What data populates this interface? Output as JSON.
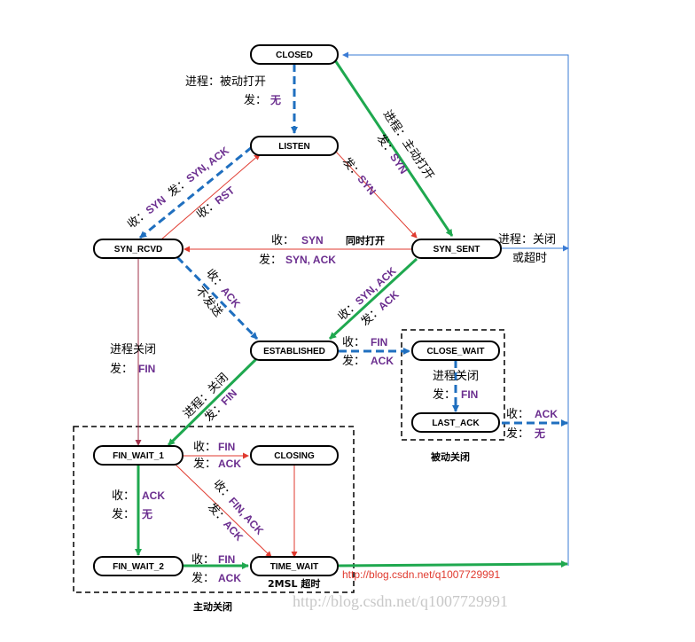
{
  "states": {
    "closed": "CLOSED",
    "listen": "LISTEN",
    "syn_rcvd": "SYN_RCVD",
    "syn_sent": "SYN_SENT",
    "established": "ESTABLISHED",
    "close_wait": "CLOSE_WAIT",
    "last_ack": "LAST_ACK",
    "fin_wait_1": "FIN_WAIT_1",
    "closing": "CLOSING",
    "fin_wait_2": "FIN_WAIT_2",
    "time_wait": "TIME_WAIT"
  },
  "labels": {
    "passive_open": "进程：被动打开",
    "send_prefix": "发：",
    "recv_prefix": "收：",
    "none": "无",
    "active_open": "进程：主动打开",
    "syn": "SYN",
    "rst": "RST",
    "syn_ack": "SYN, ACK",
    "ack": "ACK",
    "fin": "FIN",
    "fin_ack": "FIN, ACK",
    "simultaneous_open": "同时打开",
    "close_or_timeout_1": "进程：关闭",
    "close_or_timeout_2": "或超时",
    "no_send": "不发送",
    "process_close": "进程关闭",
    "process_close_colon": "进程：关闭",
    "passive_close": "被动关闭",
    "active_close": "主动关闭",
    "msl_timeout": "2MSL 超时"
  },
  "url": "http://blog.csdn.net/q1007729991",
  "watermark": "http://blog.csdn.net/q1007729991",
  "colors": {
    "green": "#1fa84f",
    "blue": "#1f6fbf",
    "red": "#e03a2f",
    "purple": "#6b2e8f",
    "thin_blue": "#3a7bd5"
  }
}
